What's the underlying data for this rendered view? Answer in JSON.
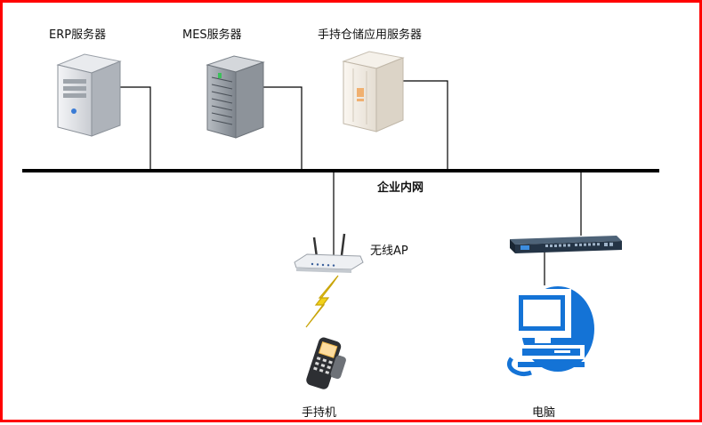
{
  "colors": {
    "frame_border": "#ff0000",
    "network_line": "#000000",
    "computer_blue": "#1473d6",
    "switch_dark": "#243446",
    "lightning_yellow": "#f2d21a"
  },
  "diagram": {
    "nodes": {
      "erp_server": {
        "label": "ERP服务器",
        "icon": "tower-server-icon"
      },
      "mes_server": {
        "label": "MES服务器",
        "icon": "rack-server-icon"
      },
      "handheld_app_server": {
        "label": "手持仓储应用服务器",
        "icon": "cabinet-server-icon"
      },
      "wireless_ap": {
        "label": "无线AP",
        "icon": "wireless-router-icon"
      },
      "handheld": {
        "label": "手持机",
        "icon": "handheld-scanner-icon"
      },
      "computer": {
        "label": "电脑",
        "icon": "desktop-computer-icon"
      },
      "switch": {
        "label": "",
        "icon": "network-switch-icon"
      }
    },
    "backbone": {
      "label": "企业内网"
    },
    "wireless_link": {
      "icon": "lightning-icon"
    }
  }
}
